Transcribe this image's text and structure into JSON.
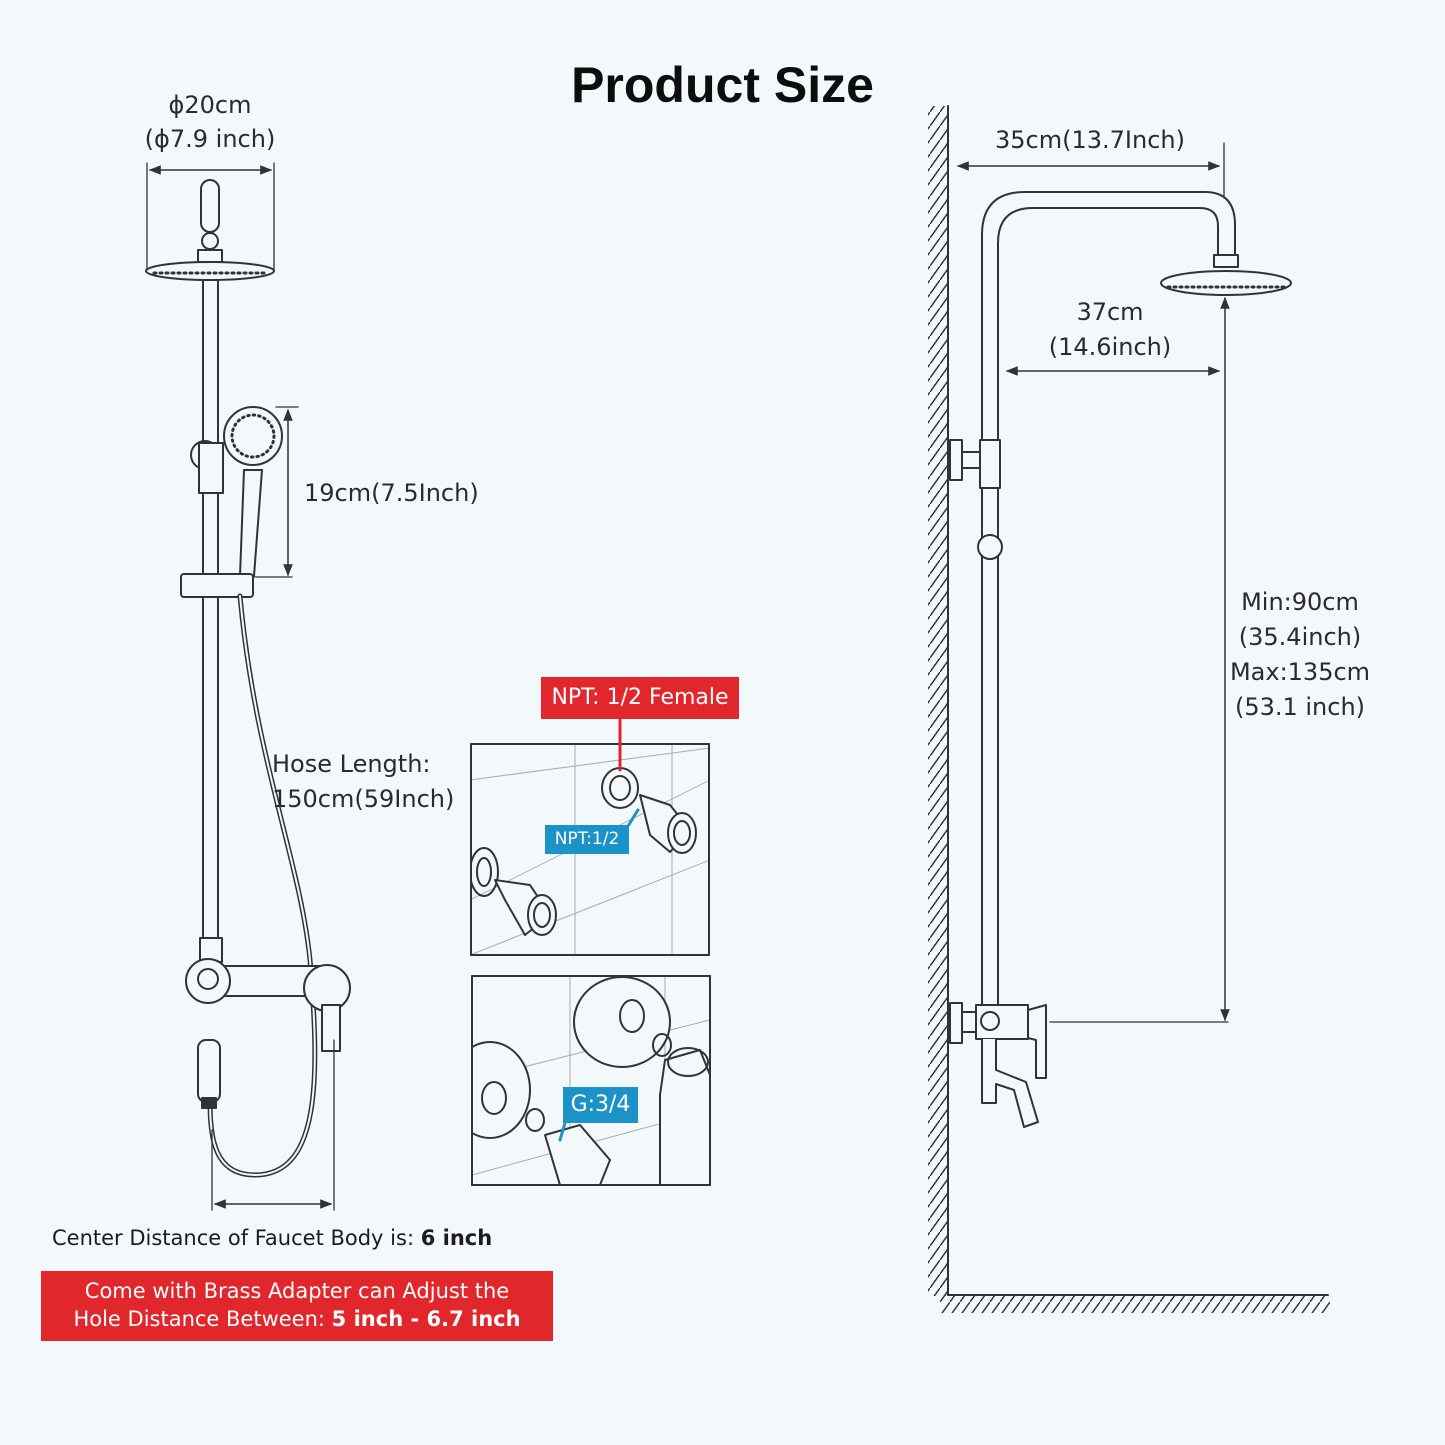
{
  "title": "Product Size",
  "colors": {
    "red": "#e1272b",
    "blue": "#1c93c8",
    "line": "#333333",
    "background": "#f3f8fb"
  },
  "left_diagram": {
    "head_diameter_cm": "ϕ20cm",
    "head_diameter_in": "(ϕ7.9 inch)",
    "handheld_length": "19cm(7.5Inch)",
    "hose_length_line1": "Hose Length:",
    "hose_length_line2": "150cm(59Inch)"
  },
  "fittings": {
    "top_label": "NPT: 1/2 Female",
    "inner_label": "NPT:1/2",
    "bottom_label": "G:3/4"
  },
  "right_diagram": {
    "arm_reach": "35cm(13.7Inch)",
    "head_offset_line1": "37cm",
    "head_offset_line2": "(14.6inch)",
    "height_min_label": "Min:90cm",
    "height_min_in": "(35.4inch)",
    "height_max_label": "Max:135cm",
    "height_max_in": "(53.1 inch)"
  },
  "notes": {
    "center_distance_prefix": "Center Distance of Faucet Body is: ",
    "center_distance_value": "6 inch",
    "adapter_line1": "Come with Brass Adapter can Adjust the",
    "adapter_line2_prefix": "Hole Distance Between: ",
    "adapter_line2_value": "5 inch - 6.7 inch"
  }
}
